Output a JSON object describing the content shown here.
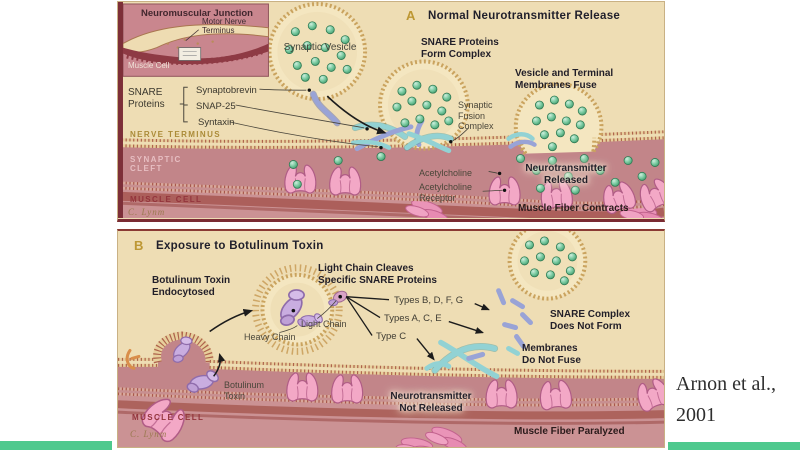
{
  "slide": {
    "citation": "Arnon et al.,\n2001",
    "accent_color": "#4ec98e"
  },
  "panel_a": {
    "letter": "A",
    "title": "Normal Neurotransmitter Release",
    "inset": {
      "title": "Neuromuscular Junction",
      "motor_nerve_terminus": "Motor Nerve\nTerminus",
      "muscle_cell": "Muscle Cell"
    },
    "labels": {
      "synaptic_vesicle": "Synaptic Vesicle",
      "snare_form_complex": "SNARE Proteins\nForm Complex",
      "vesicle_membranes_fuse": "Vesicle and Terminal\nMembranes Fuse",
      "snare_proteins": "SNARE\nProteins",
      "synaptobrevin": "Synaptobrevin",
      "snap_25": "SNAP-25",
      "syntaxin": "Syntaxin",
      "synaptic_fusion_complex": "Synaptic\nFusion\nComplex",
      "nerve_terminus": "NERVE TERMINUS",
      "synaptic_cleft": "SYNAPTIC\nCLEFT",
      "acetylcholine": "Acetylcholine",
      "acetylcholine_receptor": "Acetylcholine\nReceptor",
      "neurotransmitter_released": "Neurotransmitter\nReleased",
      "muscle_cell": "MUSCLE CELL",
      "muscle_fiber_contracts": "Muscle Fiber Contracts",
      "signature": "C. Lynm"
    }
  },
  "panel_b": {
    "letter": "B",
    "title": "Exposure to Botulinum Toxin",
    "labels": {
      "botulinum_endocytosed": "Botulinum Toxin\nEndocytosed",
      "light_chain_cleaves": "Light Chain Cleaves\nSpecific SNARE Proteins",
      "light_chain": "Light Chain",
      "heavy_chain": "Heavy Chain",
      "types_bdfg": "Types B, D, F, G",
      "types_ace": "Types A, C, E",
      "type_c": "Type C",
      "snare_complex_not_form": "SNARE Complex\nDoes Not Form",
      "membranes_not_fuse": "Membranes\nDo Not Fuse",
      "botulinum_toxin": "Botulinum\nToxin",
      "neurotransmitter_not_released": "Neurotransmitter\nNot Released",
      "muscle_cell": "MUSCLE CELL",
      "muscle_fiber_paralyzed": "Muscle Fiber Paralyzed",
      "signature": "C. Lynm"
    }
  },
  "colors": {
    "beige": "#eeddb4",
    "synaptic_cleft": "#c28589",
    "muscle": "#cb9294",
    "inset_bg": "#c9868e",
    "green_dot": "#6cc496",
    "cyan_snare": "#92d2d4",
    "periwinkle_snare": "#99a3d6",
    "purple_toxin": "#c9ade0",
    "receptor_pink": "#f3a8c6",
    "accent_green": "#4ec98e",
    "gold_letter": "#bd9733"
  }
}
